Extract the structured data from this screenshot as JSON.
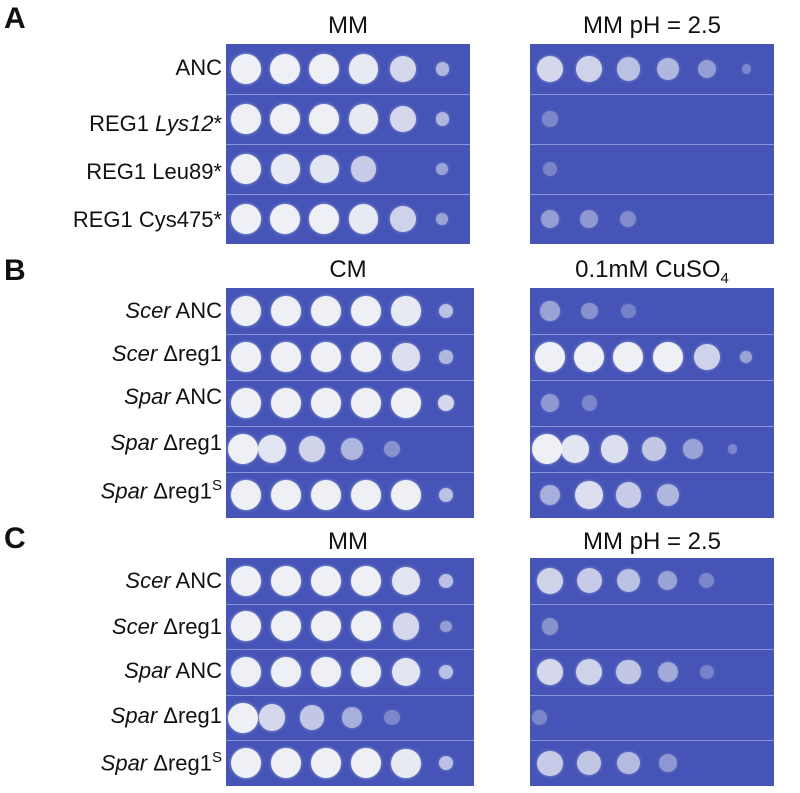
{
  "panels": [
    {
      "letter": "A",
      "col_titles": [
        "MM",
        "MM pH = 2.5"
      ],
      "rows": [
        {
          "pre": "",
          "ital": "",
          "post": "ANC"
        },
        {
          "pre": "REG1 ",
          "ital": "Lys12",
          "post": "*"
        },
        {
          "pre": "REG1 Leu89*",
          "ital": "",
          "post": ""
        },
        {
          "pre": "REG1 Cys475*",
          "ital": "",
          "post": ""
        }
      ]
    },
    {
      "letter": "B",
      "col_titles": [
        "CM",
        "0.1mM CuSO",
        "4"
      ],
      "rows": [
        {
          "ital": "Scer",
          "post": " ANC"
        },
        {
          "ital": "Scer",
          "post": " Δreg1"
        },
        {
          "ital": "Spar",
          "post": " ANC"
        },
        {
          "ital": "Spar",
          "post": " Δreg1"
        },
        {
          "ital": "Spar",
          "post": " Δreg1",
          "sup": "S"
        }
      ]
    },
    {
      "letter": "C",
      "col_titles": [
        "MM",
        "MM pH = 2.5"
      ],
      "rows": [
        {
          "ital": "Scer",
          "post": " ANC"
        },
        {
          "ital": "Scer",
          "post": " Δreg1"
        },
        {
          "ital": "Spar",
          "post": " ANC"
        },
        {
          "ital": "Spar",
          "post": " Δreg1"
        },
        {
          "ital": "Spar",
          "post": " Δreg1",
          "sup": "S"
        }
      ]
    }
  ],
  "colors": {
    "plate": "#4554b6",
    "colony": "#eef0f6",
    "divider": "#8b95d6"
  },
  "growth": {
    "A_left": [
      [
        1,
        1,
        1,
        0.95,
        0.8,
        0.5
      ],
      [
        1,
        1,
        1,
        0.95,
        0.8,
        0.5
      ],
      [
        1,
        0.95,
        0.9,
        0.7,
        0,
        0.35
      ],
      [
        1,
        1,
        1,
        0.95,
        0.75,
        0.35
      ]
    ],
    "A_right": [
      [
        0.8,
        0.75,
        0.6,
        0.5,
        0.3,
        0.1
      ],
      [
        0.1,
        0,
        0,
        0,
        0,
        0
      ],
      [
        0.08,
        0,
        0,
        0,
        0,
        0
      ],
      [
        0.3,
        0.25,
        0.15,
        0,
        0,
        0
      ]
    ],
    "B_left": [
      [
        1,
        1,
        1,
        1,
        0.95,
        0.6
      ],
      [
        1,
        1,
        1,
        1,
        0.85,
        0.5
      ],
      [
        1,
        1,
        1,
        1,
        1,
        0.8
      ],
      [
        1,
        0.9,
        0.75,
        0.5,
        0.2,
        0
      ],
      [
        1,
        1,
        1,
        1,
        1,
        0.6
      ]
    ],
    "B_right": [
      [
        0.35,
        0.2,
        0.05,
        0,
        0,
        0
      ],
      [
        1,
        1,
        1,
        1,
        0.75,
        0.35
      ],
      [
        0.25,
        0.1,
        0,
        0,
        0,
        0
      ],
      [
        1,
        0.9,
        0.85,
        0.65,
        0.35,
        0.1
      ],
      [
        0.45,
        0.85,
        0.7,
        0.5,
        0,
        0
      ]
    ],
    "C_left": [
      [
        1,
        1,
        1,
        1,
        0.9,
        0.6
      ],
      [
        1,
        1,
        1,
        1,
        0.8,
        0.3
      ],
      [
        1,
        1,
        1,
        1,
        0.9,
        0.6
      ],
      [
        1,
        0.8,
        0.65,
        0.45,
        0.1,
        0
      ],
      [
        1,
        1,
        1,
        1,
        0.95,
        0.6
      ]
    ],
    "C_right": [
      [
        0.75,
        0.7,
        0.6,
        0.35,
        0.1,
        0
      ],
      [
        0.2,
        0,
        0,
        0,
        0,
        0
      ],
      [
        0.8,
        0.75,
        0.65,
        0.4,
        0.05,
        0
      ],
      [
        0.1,
        0,
        0,
        0,
        0,
        0
      ],
      [
        0.7,
        0.65,
        0.55,
        0.25,
        0,
        0
      ]
    ]
  }
}
